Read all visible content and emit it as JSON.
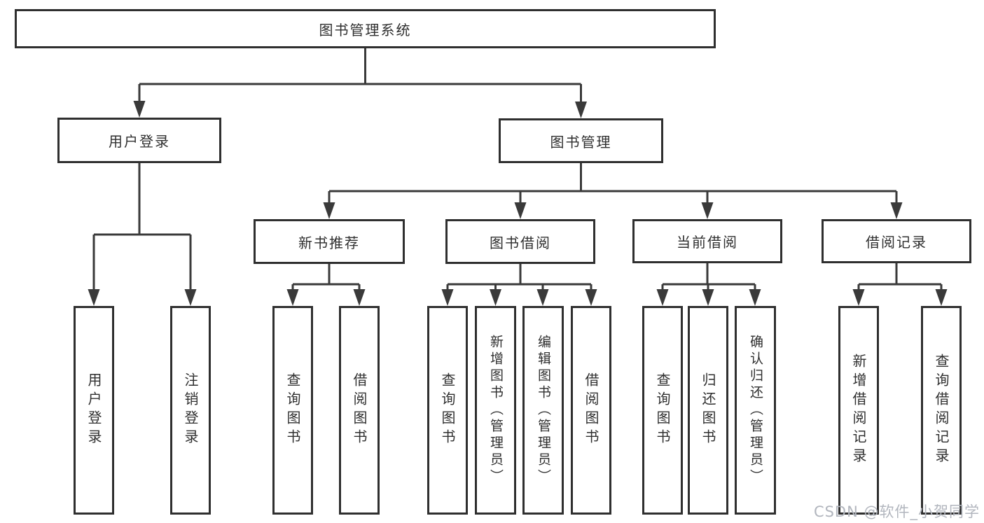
{
  "diagram": {
    "title": "图书管理系统",
    "type": "functional-structure-tree"
  },
  "tree": {
    "root": {
      "label": "图书管理系统"
    },
    "level2": [
      {
        "label": "用户登录"
      },
      {
        "label": "图书管理"
      }
    ],
    "level3": [
      {
        "label": "新书推荐",
        "parent": "图书管理"
      },
      {
        "label": "图书借阅",
        "parent": "图书管理"
      },
      {
        "label": "当前借阅",
        "parent": "图书管理"
      },
      {
        "label": "借阅记录",
        "parent": "图书管理"
      }
    ],
    "level4": [
      {
        "label": "用户登录",
        "parent": "用户登录"
      },
      {
        "label": "注销登录",
        "parent": "用户登录"
      },
      {
        "label": "查询图书",
        "parent": "新书推荐"
      },
      {
        "label": "借阅图书",
        "parent": "新书推荐"
      },
      {
        "label": "查询图书",
        "parent": "图书借阅"
      },
      {
        "label": "新增图书（管理员）",
        "parent": "图书借阅"
      },
      {
        "label": "编辑图书（管理员）",
        "parent": "图书借阅"
      },
      {
        "label": "借阅图书",
        "parent": "图书借阅"
      },
      {
        "label": "查询图书",
        "parent": "当前借阅"
      },
      {
        "label": "归还图书",
        "parent": "当前借阅"
      },
      {
        "label": "确认归还（管理员）",
        "parent": "当前借阅"
      },
      {
        "label": "新增借阅记录",
        "parent": "借阅记录"
      },
      {
        "label": "查询借阅记录",
        "parent": "借阅记录"
      }
    ]
  },
  "watermark": {
    "text": "CSDN @软件_小贺同学"
  },
  "colors": {
    "line": "#3a3a3a",
    "box_border": "#2f2f2f",
    "box_fill": "#ffffff",
    "text": "#2f2f2f",
    "watermark": "#b2b6be"
  }
}
